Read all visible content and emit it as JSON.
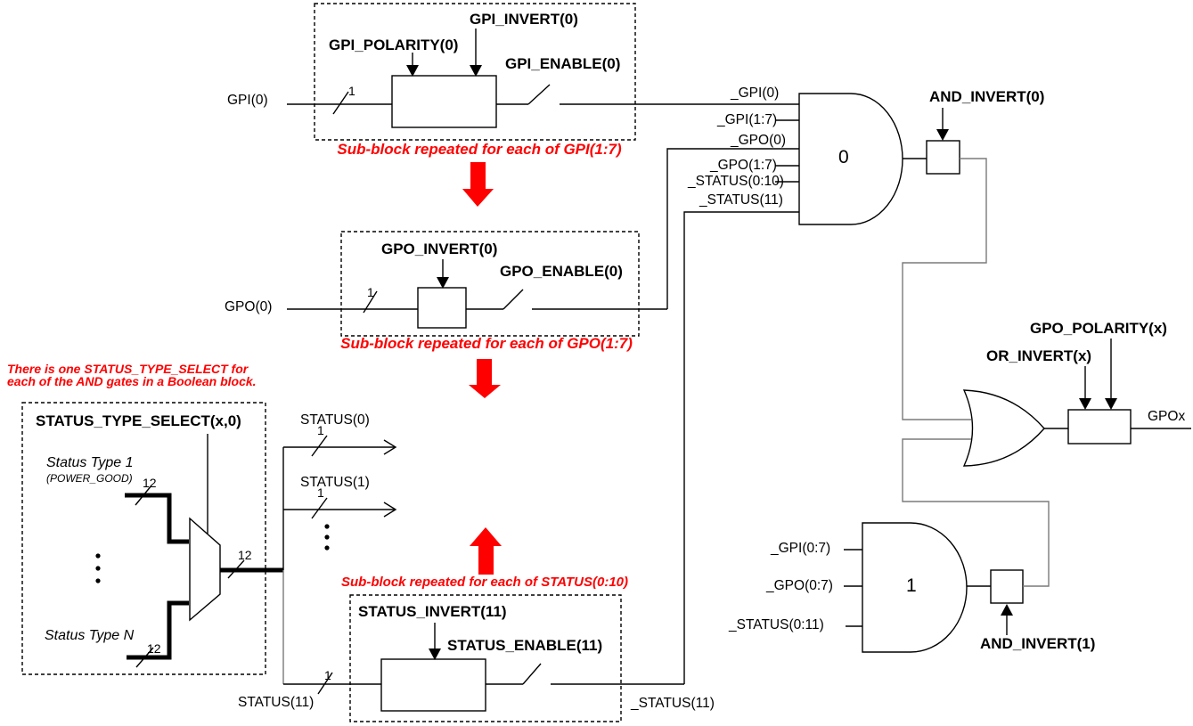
{
  "colors": {
    "red": "#ff0000",
    "black": "#000000",
    "gray_wire": "#7a7a7a"
  },
  "gpi_block": {
    "input_label": "GPI(0)",
    "bus_width": "1",
    "polarity_label": "GPI_POLARITY(0)",
    "invert_label": "GPI_INVERT(0)",
    "enable_label": "GPI_ENABLE(0)",
    "repeat_note": "Sub-block repeated for each of GPI(1:7)"
  },
  "gpo_block": {
    "input_label": "GPO(0)",
    "bus_width": "1",
    "invert_label": "GPO_INVERT(0)",
    "enable_label": "GPO_ENABLE(0)",
    "repeat_note": "Sub-block repeated for each of GPO(1:7)"
  },
  "status_select": {
    "note_line1": "There is one STATUS_TYPE_SELECT for",
    "note_line2": "each of the AND gates in a Boolean block.",
    "title": "STATUS_TYPE_SELECT(x,0)",
    "type1_label": "Status Type 1",
    "type1_sub": "(POWER_GOOD)",
    "typeN_label": "Status Type N",
    "bus_width_in1": "12",
    "bus_width_inN": "12",
    "bus_width_out": "12"
  },
  "status_branches": {
    "status0_label": "STATUS(0)",
    "status0_width": "1",
    "status1_label": "STATUS(1)",
    "status1_width": "1"
  },
  "status_block": {
    "repeat_note": "Sub-block repeated for each of STATUS(0:10)",
    "invert_label": "STATUS_INVERT(11)",
    "enable_label": "STATUS_ENABLE(11)",
    "input_label": "STATUS(11)",
    "bus_width": "1",
    "output_label": "_STATUS(11)"
  },
  "and_gate_0": {
    "gate_number": "0",
    "inputs": [
      "_GPI(0)",
      "_GPI(1:7)",
      "_GPO(0)",
      "_GPO(1:7)",
      "_STATUS(0:10)",
      "_STATUS(11)"
    ],
    "invert_label": "AND_INVERT(0)"
  },
  "and_gate_1": {
    "gate_number": "1",
    "inputs": [
      "_GPI(0:7)",
      "_GPO(0:7)",
      "_STATUS(0:11)"
    ],
    "invert_label": "AND_INVERT(1)"
  },
  "or_stage": {
    "or_invert_label": "OR_INVERT(x)",
    "polarity_label": "GPO_POLARITY(x)",
    "output_label": "GPOx"
  }
}
